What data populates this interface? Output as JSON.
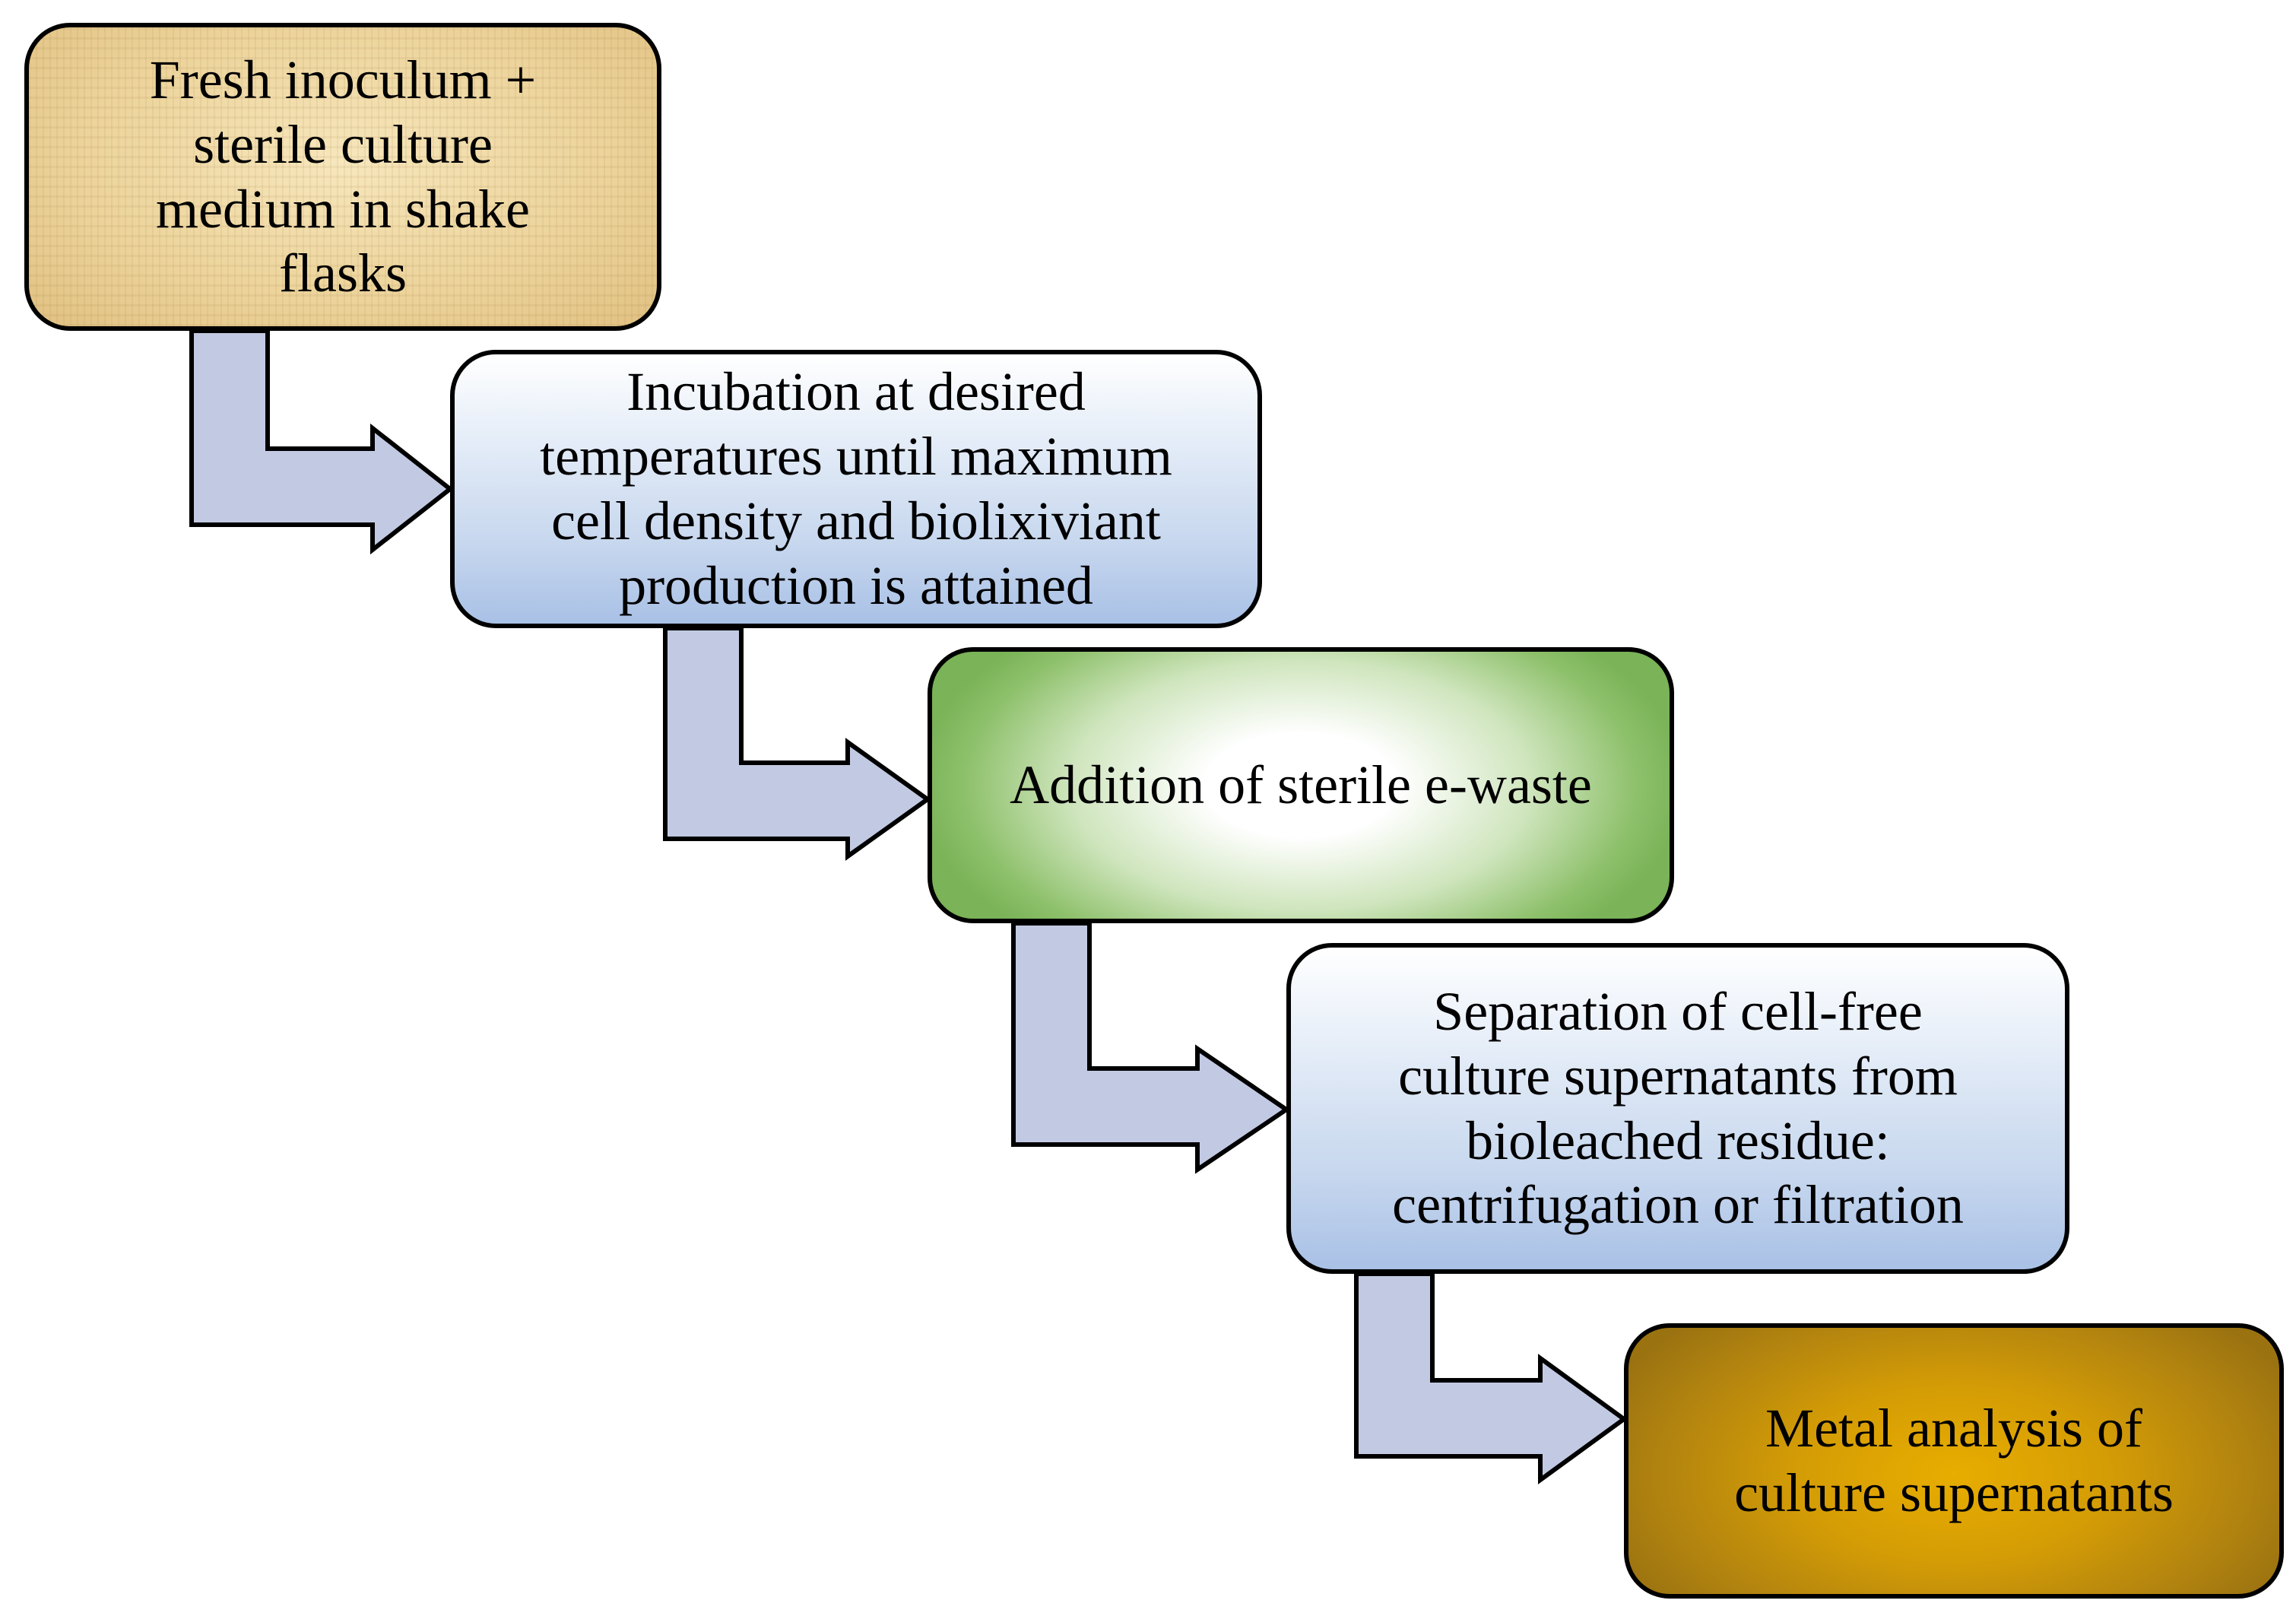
{
  "title": "",
  "colors": {
    "arrow_fill": "#c2cae3",
    "outline": "#000000",
    "box1_fill": "#ecd39a",
    "box2_fill": "#c7d7ee",
    "box3_fill": "#8dc06a",
    "box4_fill": "#c7d7ee",
    "box5_fill": "#d59d05"
  },
  "steps": [
    {
      "lines": [
        "Fresh inoculum +",
        "sterile culture",
        "medium in shake",
        "flasks"
      ]
    },
    {
      "lines": [
        "Incubation at desired",
        "temperatures until maximum",
        "cell density and biolixiviant",
        "production is attained"
      ]
    },
    {
      "lines": [
        "Addition of sterile e-waste"
      ]
    },
    {
      "lines": [
        "Separation of cell-free",
        "culture supernatants from",
        "bioleached residue:",
        "centrifugation or filtration"
      ]
    },
    {
      "lines": [
        "Metal analysis of",
        "culture supernatants"
      ]
    }
  ],
  "connectors": [
    "arrow",
    "arrow",
    "arrow",
    "arrow"
  ]
}
